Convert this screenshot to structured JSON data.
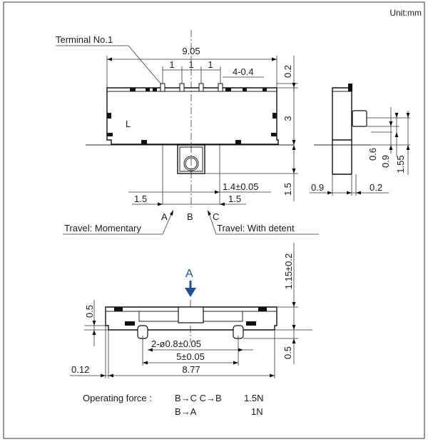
{
  "unit_label": "Unit:mm",
  "top_view": {
    "terminal_label": "Terminal No.1",
    "dim_overall_width": "9.05",
    "pitch_labels": [
      "1",
      "1",
      "1"
    ],
    "terminal_width": "4-0.4",
    "dim_terminal_height": "0.2",
    "dim_body_height": "3",
    "dim_actuator_height": "1.5",
    "body_marking": "L",
    "dim_left_offset": "1.5",
    "dim_actuator_travel": "1.4±0.05",
    "dim_right_offset": "1.5",
    "position_a": "A",
    "position_b": "B",
    "position_c": "C",
    "travel_left": "Travel: Momentary",
    "travel_right": "Travel: With detent"
  },
  "side_view": {
    "dim_top": "0.6",
    "dim_mid": "0.9",
    "dim_total": "1.55",
    "dim_left": "0.9",
    "dim_right": "0.2"
  },
  "bottom_view": {
    "view_arrow": "A",
    "dim_height": "1.15±0.2",
    "dim_left_thickness": "0.5",
    "dim_right_thickness": "0.5",
    "dim_holes": "2-ø0.8±0.05",
    "dim_hole_pitch": "5±0.05",
    "dim_overall_length": "8.77",
    "dim_edge": "0.12"
  },
  "operating_force": {
    "label": "Operating force :",
    "line1_dirs": "B→C C→B",
    "line1_value": "1.5N",
    "line2_dirs": "B→A",
    "line2_value": "1N"
  },
  "colors": {
    "arrow": "#1f4e9c",
    "line": "#222222"
  }
}
